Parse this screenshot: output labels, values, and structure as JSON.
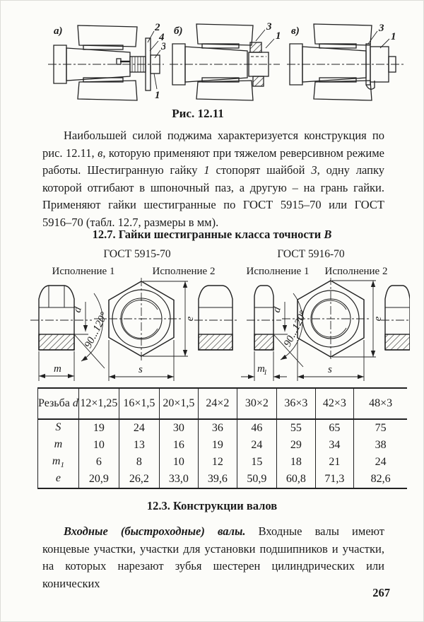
{
  "figure": {
    "caption": "Рис. 12.11",
    "a": {
      "label": "а)",
      "callouts": [
        "2",
        "4",
        "3",
        "1"
      ]
    },
    "b": {
      "label": "б)",
      "callouts": [
        "3",
        "1"
      ]
    },
    "v": {
      "label": "в)",
      "callouts": [
        "3",
        "1"
      ]
    }
  },
  "para1": {
    "s1": "Наибольшей силой поджима характеризуется конструкция по рис. 12.11, ",
    "s2": "в",
    "s3": ", которую применяют при тяжелом реверсивном режиме работы. Шестигранную гайку ",
    "s4": "1",
    "s5": " стопорят шайбой ",
    "s6": "3",
    "s7": ", одну лапку которой отгибают в шпоночный паз, а другую – на грань гайки. Применяют гайки шестигранные по ГОСТ 5915–70 или ГОСТ 5916–70 (табл. 12.7, размеры в мм)."
  },
  "table_section": {
    "title": "12.7. Гайки шестигранные класса точности ",
    "title_emph": "В",
    "gost_left": "ГОСТ 5915-70",
    "gost_right": "ГОСТ 5916-70",
    "exec1": "Исполнение 1",
    "exec2": "Исполнение 2"
  },
  "drawings": {
    "m": "m",
    "m1_base": "m",
    "m1_sub": "1",
    "d": "d",
    "s": "s",
    "e": "e",
    "angle": "90...120°"
  },
  "table": {
    "header_label": "Резьба",
    "header_var": "d",
    "columns": [
      "12×1,25",
      "16×1,5",
      "20×1,5",
      "24×2",
      "30×2",
      "36×3",
      "42×3",
      "48×3"
    ],
    "rows": [
      {
        "label": "S",
        "sub": "",
        "values": [
          "19",
          "24",
          "30",
          "36",
          "46",
          "55",
          "65",
          "75"
        ]
      },
      {
        "label": "m",
        "sub": "",
        "values": [
          "10",
          "13",
          "16",
          "19",
          "24",
          "29",
          "34",
          "38"
        ]
      },
      {
        "label": "m",
        "sub": "1",
        "values": [
          "6",
          "8",
          "10",
          "12",
          "15",
          "18",
          "21",
          "24"
        ]
      },
      {
        "label": "e",
        "sub": "",
        "values": [
          "20,9",
          "26,2",
          "33,0",
          "39,6",
          "50,9",
          "60,8",
          "71,3",
          "82,6"
        ]
      }
    ]
  },
  "section2": {
    "heading": "12.3. Конструкции валов",
    "lead": "Входные (быстроходные) валы.",
    "body": " Входные валы имеют концевые участки, участки для установки подшипников и участки, на которых нарезают зубья шестерен цилиндрических или конических"
  },
  "page": {
    "number": "267"
  }
}
